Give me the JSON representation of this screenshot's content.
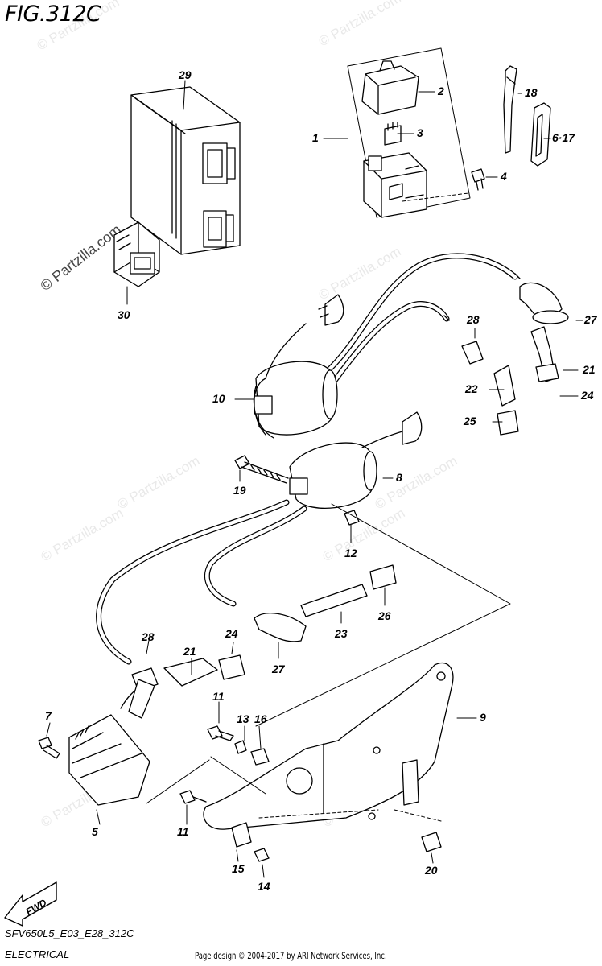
{
  "figure": {
    "title": "FIG.312C"
  },
  "footer": {
    "model_code": "SFV650L5_E03_E28_312C",
    "section": "ELECTRICAL",
    "credit": "Page design © 2004-2017 by ARI Network Services, Inc."
  },
  "watermark": {
    "text": "© Partzilla.com",
    "color": "#e9e9e9"
  },
  "direction_badge": {
    "text": "FWD"
  },
  "callouts": [
    "29",
    "2",
    "1",
    "3",
    "18",
    "6·17",
    "4",
    "30",
    "27",
    "28",
    "10",
    "21",
    "22",
    "24",
    "25",
    "8",
    "19",
    "12",
    "26",
    "23",
    "28",
    "24",
    "21",
    "27",
    "9",
    "11",
    "7",
    "13",
    "16",
    "5",
    "11",
    "15",
    "20",
    "14"
  ]
}
